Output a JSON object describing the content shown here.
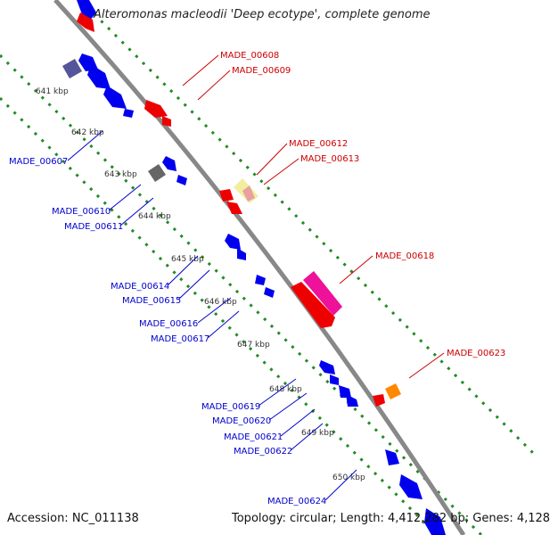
{
  "title": "Alteromonas macleodii 'Deep ecotype', complete genome",
  "accession": "Accession: NC_011138",
  "summary": "Topology: circular; Length: 4,412,282 bp; Genes: 4,128",
  "kbp_labels": [
    "641 kbp",
    "642 kbp",
    "643 kbp",
    "644 kbp",
    "645 kbp",
    "646 kbp",
    "647 kbp",
    "648 kbp",
    "649 kbp",
    "650 kbp"
  ],
  "forward_strand_genes": [
    "MADE_00608",
    "MADE_00609",
    "MADE_00612",
    "MADE_00613",
    "MADE_00618",
    "MADE_00623"
  ],
  "reverse_strand_genes": [
    "MADE_00607",
    "MADE_00610",
    "MADE_00611",
    "MADE_00614",
    "MADE_00615",
    "MADE_00616",
    "MADE_00617",
    "MADE_00619",
    "MADE_00620",
    "MADE_00621",
    "MADE_00622",
    "MADE_00624"
  ],
  "colors": {
    "backbone": "#888888",
    "forward_gene": "#ee0000",
    "reverse_gene": "#0000ee",
    "dotted_track": "#228b22",
    "forward_label": "#cc0000",
    "reverse_label": "#0000cc",
    "highlight_pink": "#ee1199",
    "highlight_yellow": "#f2eea0",
    "highlight_orange": "#ff8800",
    "grey_feature": "#666666",
    "slate_feature": "#555599"
  }
}
